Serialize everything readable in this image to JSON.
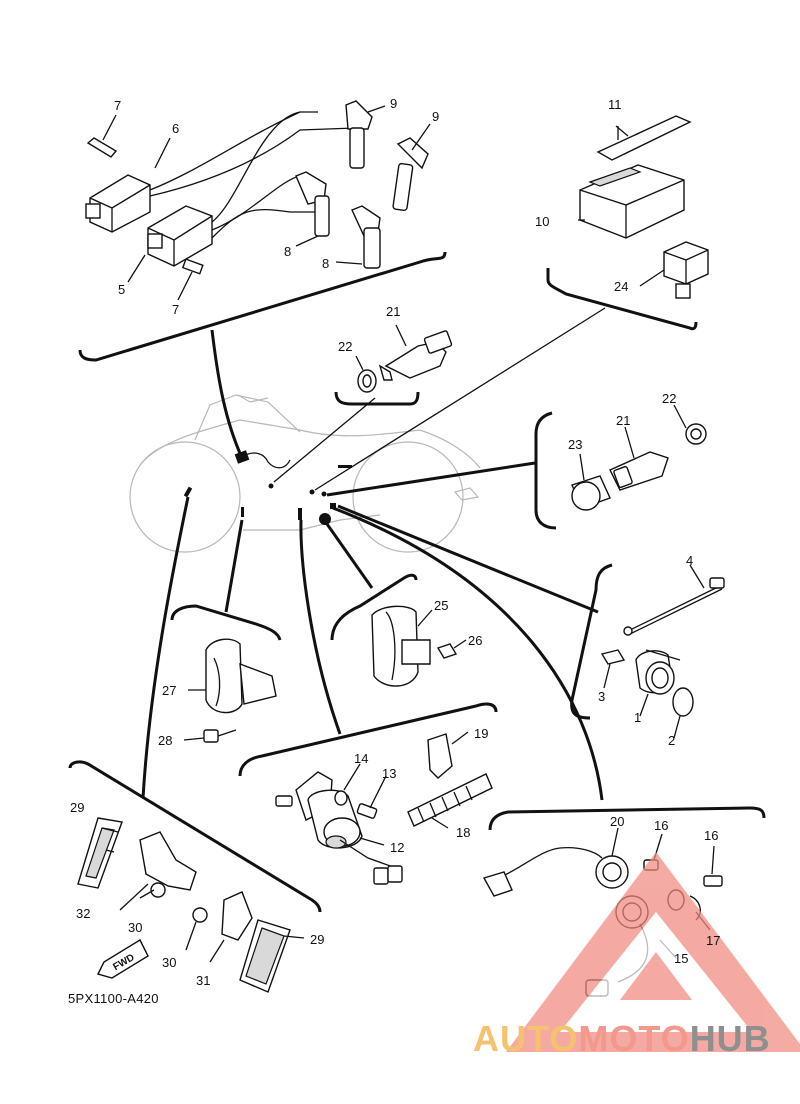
{
  "diagram_code": "5PX1100-A420",
  "watermark": {
    "part1": "AUTO",
    "part2": "MOTO",
    "part3": "HUB",
    "colors": {
      "auto": "#f6c26f",
      "moto": "#f2988c",
      "hub": "#8f8f8f",
      "triangle": "#f08a80"
    }
  },
  "fwd_label": "FWD",
  "callouts": {
    "c7a": "7",
    "c6": "6",
    "c9a": "9",
    "c9b": "9",
    "c5": "5",
    "c7b": "7",
    "c8a": "8",
    "c8b": "8",
    "c11": "11",
    "c10": "10",
    "c24": "24",
    "c21a": "21",
    "c22a": "22",
    "c22b": "22",
    "c21b": "21",
    "c23": "23",
    "c4": "4",
    "c3": "3",
    "c1": "1",
    "c2": "2",
    "c25": "25",
    "c26": "26",
    "c27": "27",
    "c28": "28",
    "c19": "19",
    "c14": "14",
    "c13": "13",
    "c18": "18",
    "c12": "12",
    "c29a": "29",
    "c32": "32",
    "c30a": "30",
    "c30b": "30",
    "c31": "31",
    "c29b": "29",
    "c20": "20",
    "c16a": "16",
    "c16b": "16",
    "c17": "17",
    "c15": "15"
  }
}
